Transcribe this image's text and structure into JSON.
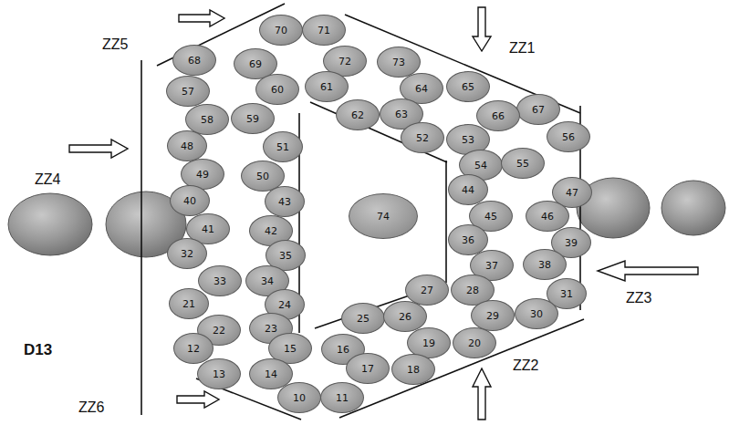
{
  "diagram": {
    "nodes": [
      {
        "text": [
          "70"
        ]
      },
      {
        "text": [
          "71"
        ]
      },
      {
        "text": [
          "68"
        ]
      },
      {
        "text": [
          "69"
        ]
      },
      {
        "text": [
          "72"
        ]
      },
      {
        "text": [
          "73"
        ]
      },
      {
        "text": [
          "57"
        ]
      },
      {
        "text": [
          "60"
        ]
      },
      {
        "text": [
          "61"
        ]
      },
      {
        "text": [
          "64"
        ]
      },
      {
        "text": [
          "65"
        ]
      },
      {
        "text": [
          "67"
        ]
      },
      {
        "text": [
          "66"
        ]
      },
      {
        "text": [
          "58"
        ]
      },
      {
        "text": [
          "59"
        ]
      },
      {
        "text": [
          "62"
        ]
      },
      {
        "text": [
          "63"
        ]
      },
      {
        "text": [
          "52"
        ]
      },
      {
        "text": [
          "53"
        ]
      },
      {
        "text": [
          "56"
        ]
      },
      {
        "text": [
          "48"
        ]
      },
      {
        "text": [
          "51"
        ]
      },
      {
        "text": [
          "54"
        ]
      },
      {
        "text": [
          "55"
        ]
      },
      {
        "text": [
          "49"
        ]
      },
      {
        "text": [
          "50"
        ]
      },
      {
        "text": [
          "44"
        ]
      },
      {
        "text": [
          "47"
        ]
      },
      {
        "text": [
          "40"
        ]
      },
      {
        "text": [
          "43"
        ]
      },
      {
        "text": [
          "74"
        ]
      },
      {
        "text": [
          "45"
        ]
      },
      {
        "text": [
          "46"
        ]
      },
      {
        "text": [
          "41"
        ]
      },
      {
        "text": [
          "42"
        ]
      },
      {
        "text": [
          "36"
        ]
      },
      {
        "text": [
          "39"
        ]
      },
      {
        "text": [
          "32"
        ]
      },
      {
        "text": [
          "35"
        ]
      },
      {
        "text": [
          "37"
        ]
      },
      {
        "text": [
          "38"
        ]
      },
      {
        "text": [
          "33"
        ]
      },
      {
        "text": [
          "34"
        ]
      },
      {
        "text": [
          "27"
        ]
      },
      {
        "text": [
          "28"
        ]
      },
      {
        "text": [
          "31"
        ]
      },
      {
        "text": [
          "21"
        ]
      },
      {
        "text": [
          "24"
        ]
      },
      {
        "text": [
          "25"
        ]
      },
      {
        "text": [
          "26"
        ]
      },
      {
        "text": [
          "29"
        ]
      },
      {
        "text": [
          "30"
        ]
      },
      {
        "text": [
          "22"
        ]
      },
      {
        "text": [
          "23"
        ]
      },
      {
        "text": [
          "15"
        ]
      },
      {
        "text": [
          "16"
        ]
      },
      {
        "text": [
          "19"
        ]
      },
      {
        "text": [
          "20"
        ]
      },
      {
        "text": [
          "12"
        ]
      },
      {
        "text": [
          "13"
        ]
      },
      {
        "text": [
          "14"
        ]
      },
      {
        "text": [
          "17"
        ]
      },
      {
        "text": [
          "18"
        ]
      },
      {
        "text": [
          "10"
        ]
      },
      {
        "text": [
          "11"
        ]
      }
    ],
    "labels": [
      "ZZ5",
      "ZZ1",
      "ZZ4",
      "ZZ3",
      "ZZ2",
      "ZZ6",
      "D13"
    ]
  }
}
